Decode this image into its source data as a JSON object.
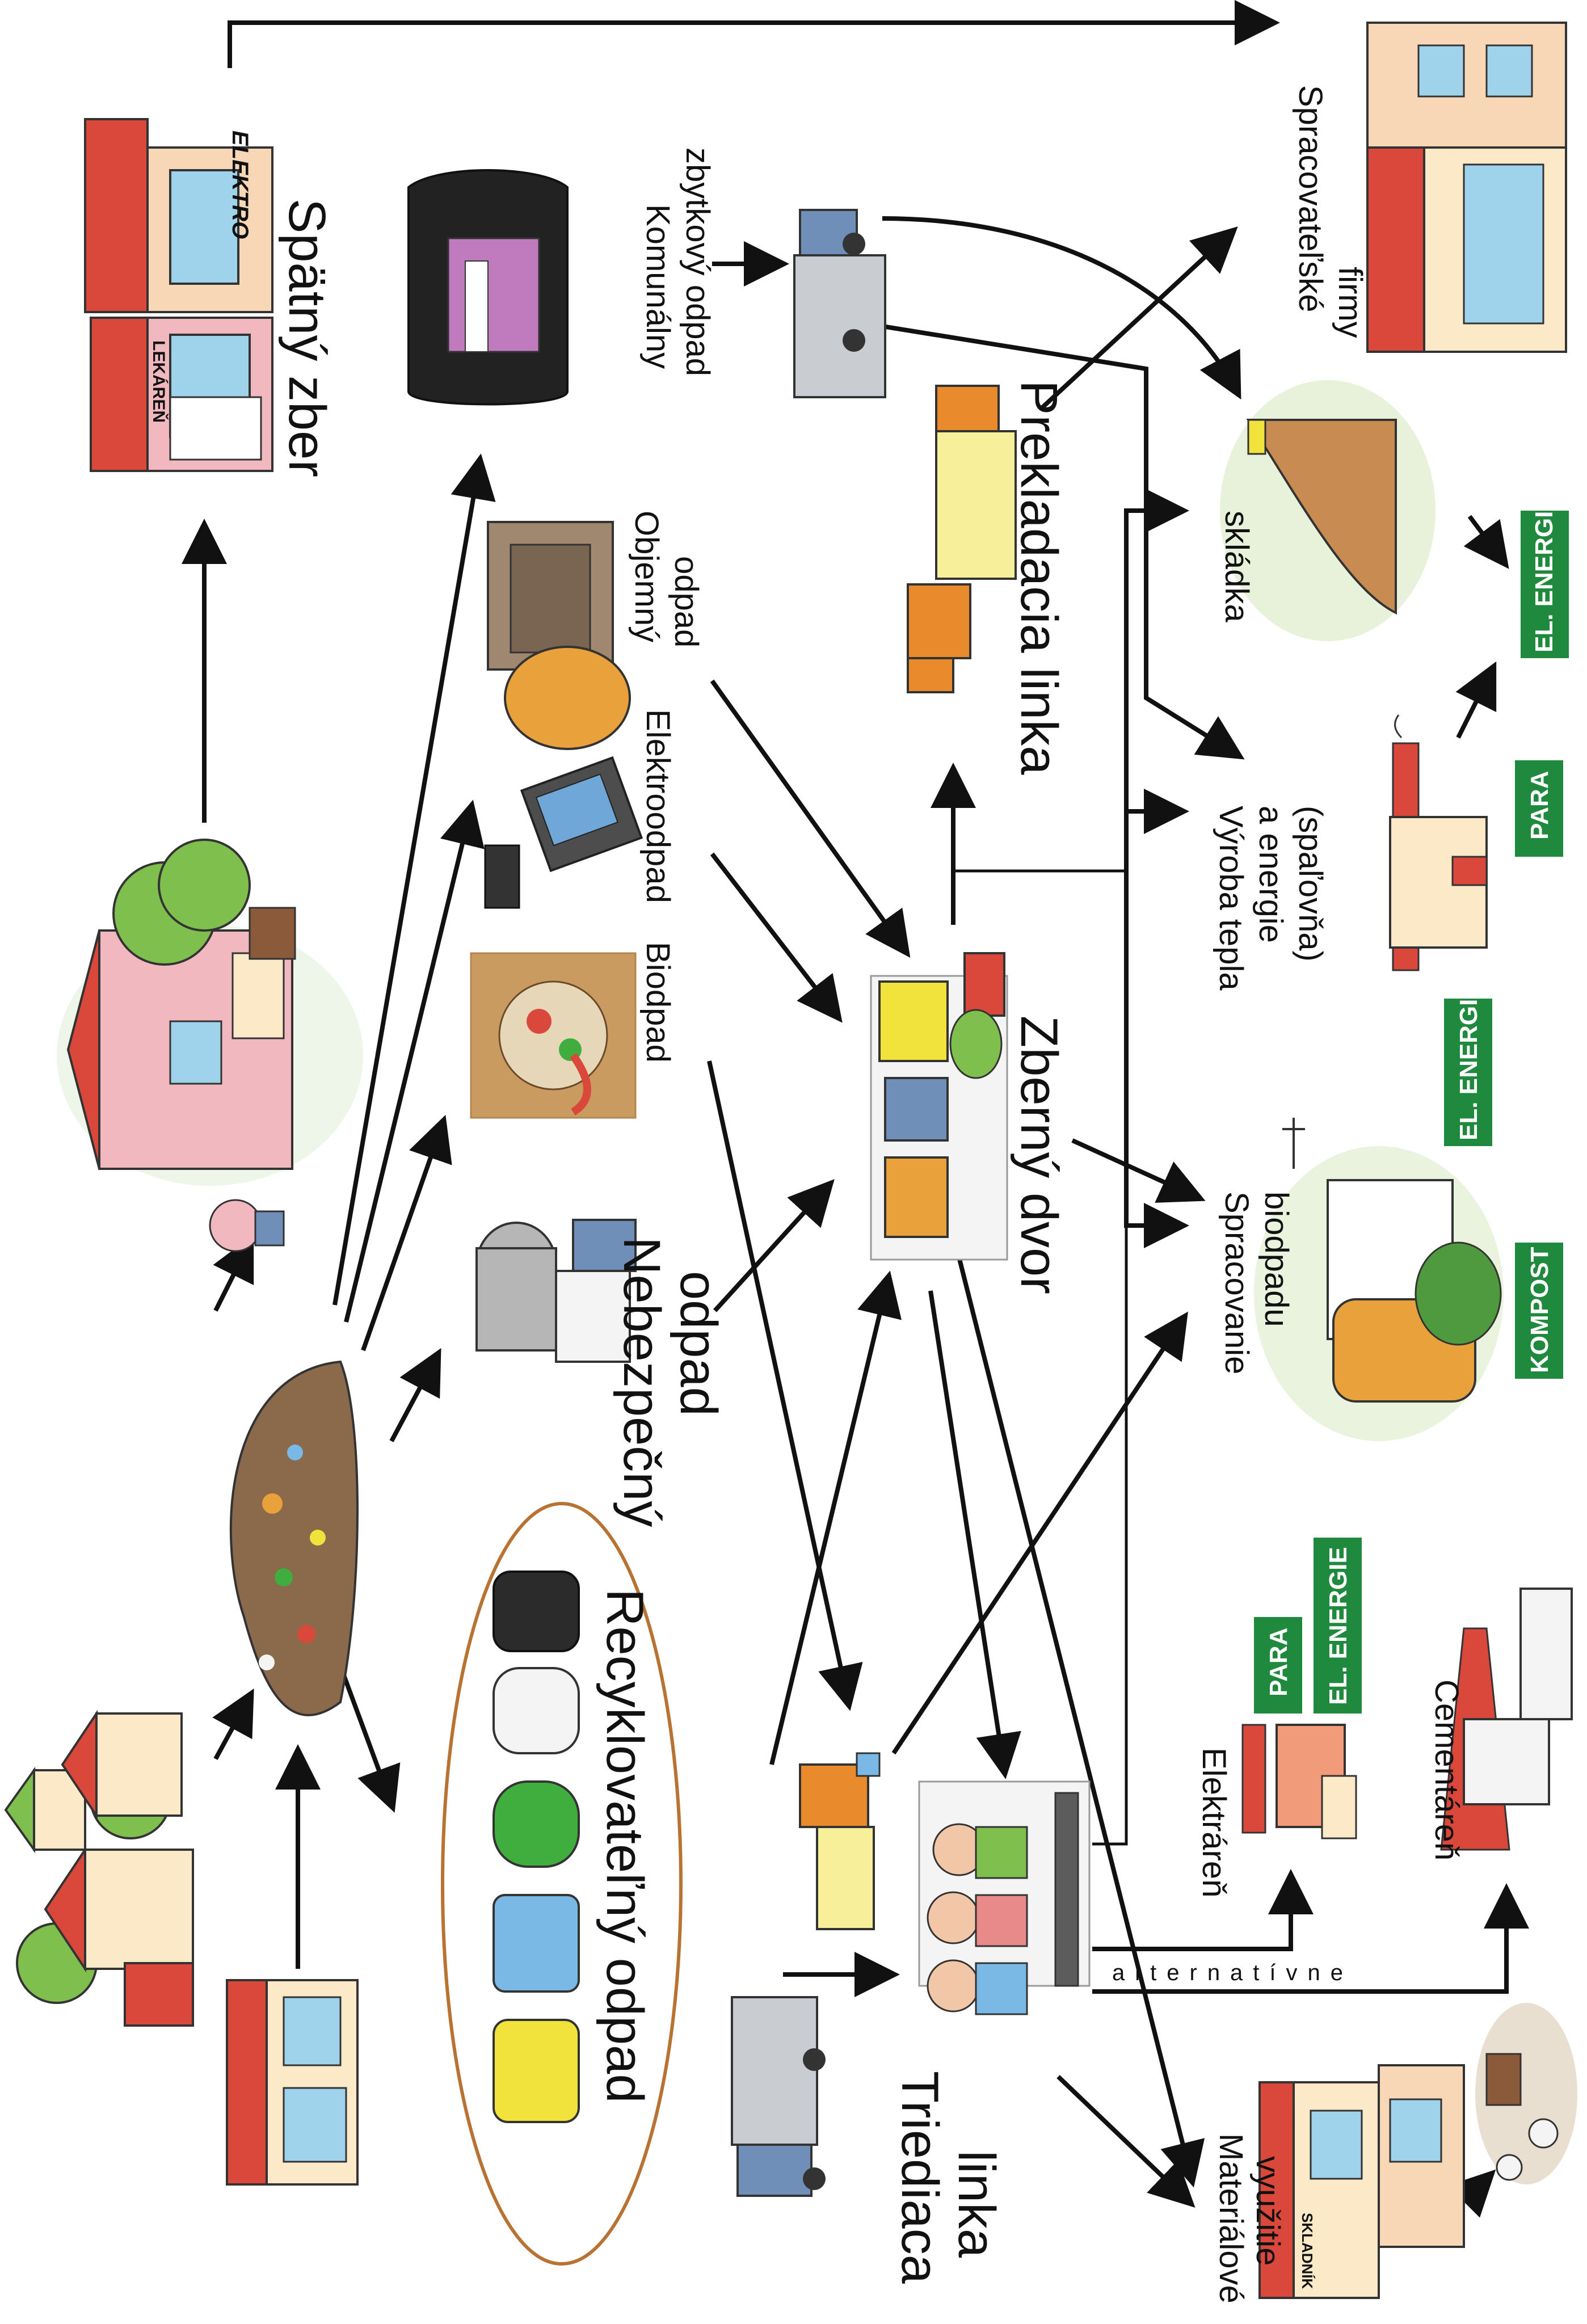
{
  "labels": {
    "spatny_zber": "Spätný zber",
    "komunalny_1": "Komunálny",
    "komunalny_2": "zbytkový odpad",
    "spracovatelske_1": "Spracovateľské",
    "spracovatelske_2": "firmy",
    "prekladacia": "Prekladacia linka",
    "objemny_1": "Objemný",
    "objemny_2": "odpad",
    "elektroodpad": "Elektroodpad",
    "biodpad": "Biodpad",
    "nebezpecny_1": "Nebezpečný",
    "nebezpecny_2": "odpad",
    "recyklovatelny": "Recyklovateľný odpad",
    "zberny_dvor": "Zberný dvor",
    "skladka": "skládka",
    "vyroba_1": "Výroba tepla",
    "vyroba_2": "a energie",
    "vyroba_3": "(spaľovňa)",
    "spracovanie_1": "Spracovanie",
    "spracovanie_2": "biodpadu",
    "elektraren": "Elektráreň",
    "cementaren": "Cementáreň",
    "triediaca_1": "Triediaca",
    "triediaca_2": "linka",
    "materialove_1": "Materiálové",
    "materialove_2": "využitie",
    "alternativne": "alternatívne",
    "shop_elektro": "ELEKTRO",
    "shop_lekaren": "LEKÁREŇ",
    "shop_sklad": "SKLADNÍK"
  },
  "badges": {
    "para_1": "PARA",
    "el_energie_1": "EL. ENERGIE",
    "el_energie_2": "EL. ENERGIE",
    "kompost": "KOMPOST",
    "para_2": "PARA",
    "el_energie_3": "EL. ENERGIE"
  },
  "colors": {
    "badge_green": "#1f8a3d",
    "building_red": "#d9483a",
    "building_pink": "#f2b8c0",
    "building_cream": "#fbe9c8",
    "truck_orange": "#e98a2c",
    "truck_yellow": "#f7ef9a",
    "truck_blue": "#6f8fb8",
    "container_grey": "#a9acb0",
    "waste_brown": "#8a6a4a",
    "bin_yellow": "#f2e23c",
    "bin_blue": "#7ab8e6",
    "bin_green": "#3fae3f",
    "bin_white": "#f4f4f4",
    "bin_black": "#2b2b2b",
    "ellipse_brown": "#b87333",
    "tree_green": "#7fbf4d",
    "bio_tan": "#c99b61",
    "landfill_brown": "#c88b52",
    "tank_orange": "#e9a13b"
  }
}
